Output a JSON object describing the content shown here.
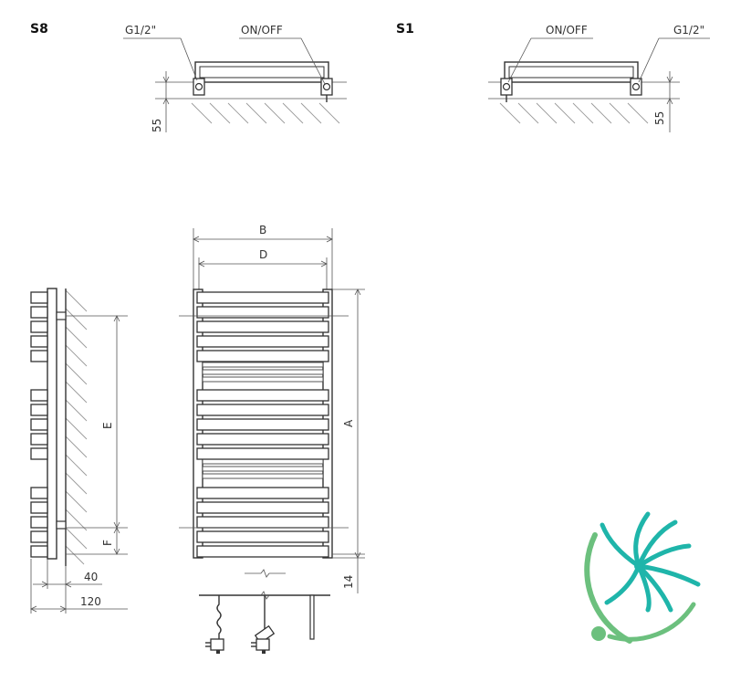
{
  "variants": {
    "s8": "S8",
    "s1": "S1"
  },
  "labels": {
    "thread_left": "G1/2\"",
    "onoff_left": "ON/OFF",
    "onoff_right": "ON/OFF",
    "thread_right": "G1/2\"",
    "offset_left": "55",
    "offset_right": "55",
    "width_b": "B",
    "width_d": "D",
    "height_a": "A",
    "height_e": "E",
    "height_f": "F",
    "depth_40": "40",
    "depth_120": "120",
    "bottom_14": "14"
  },
  "colors": {
    "line": "#333333",
    "hatch": "#9a9a9a",
    "logo_light": "#6cc07e",
    "logo_dark": "#1fb5aa"
  },
  "icons": {
    "logo": "dandelion-logo",
    "plug": "power-plug-icon"
  }
}
